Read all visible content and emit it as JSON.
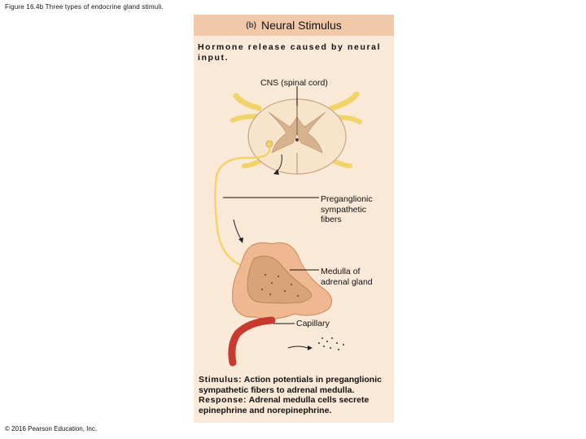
{
  "caption": "Figure 16.4b Three types of endocrine gland stimuli.",
  "copyright": "© 2016 Pearson Education, Inc.",
  "panel": {
    "letter": "(b)",
    "title": "Neural Stimulus",
    "intro": "Hormone release caused by neural input."
  },
  "labels": {
    "cns": "CNS (spinal cord)",
    "preganglionic": "Preganglionic sympathetic fibers",
    "medulla": "Medulla of adrenal gland",
    "capillary": "Capillary"
  },
  "stimulus": {
    "stimulus_key": "Stimulus:",
    "stimulus_text": "Action potentials in preganglionic sympathetic fibers to adrenal medulla.",
    "response_key": "Response:",
    "response_text": "Adrenal medulla cells secrete epinephrine and norepinephrine."
  },
  "colors": {
    "panel_bg": "#fbe9d8",
    "header_bg": "#f2c9a8",
    "nerve": "#f1d36a",
    "capillary": "#c83a2e",
    "gland": "#f0b890"
  }
}
